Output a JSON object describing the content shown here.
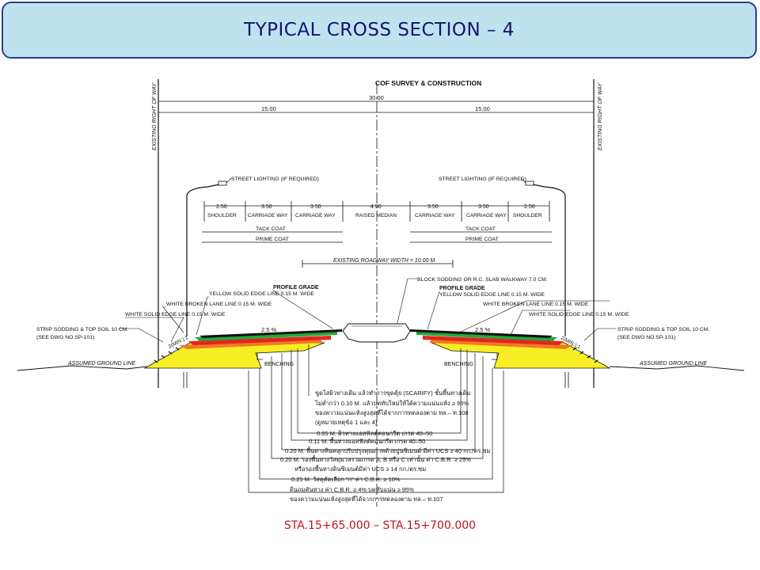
{
  "title": "TYPICAL CROSS SECTION – 4",
  "caption": "STA.15+65.000 – STA.15+700.000",
  "colors": {
    "title_bg": "#bfe3ee",
    "title_border": "#2b3d8f",
    "title_text": "#14126e",
    "caption": "#c0151a",
    "surface": "#111111",
    "green_layer": "#1faa3a",
    "red_layer": "#e5241f",
    "orange_layer": "#f07a24",
    "fill": "#f7ef24"
  },
  "drawing": {
    "centerline": "COF SURVEY & CONSTRUCTION",
    "row_left": "EXISTING RIGHT OF WAY",
    "row_right": "EXISTING RIGHT OF WAY",
    "total_width": "30.00",
    "half_left": "15.00",
    "half_right": "15.00",
    "street_light_left": "STREET LIGHTING (IF REQUIRED)",
    "street_light_right": "STREET LIGHTING (IF REQUIRED)",
    "dims": [
      {
        "value": "2.50",
        "label": "SHOULDER"
      },
      {
        "value": "3.50",
        "label": "CARRIAGE WAY"
      },
      {
        "value": "3.50",
        "label": "CARRIAGE WAY"
      },
      {
        "value": "4.50",
        "label": "RAISED MEDIAN"
      },
      {
        "value": "3.50",
        "label": "CARRIAGE WAY"
      },
      {
        "value": "3.50",
        "label": "CARRIAGE WAY"
      },
      {
        "value": "2.50",
        "label": "SHOULDER"
      }
    ],
    "tack_coat": "TACK COAT",
    "prime_coat": "PRIME COAT",
    "existing_roadway": "EXISTING ROADWAY WIDTH = 10.00 M.",
    "block_sodding": "BLOCK SODDING OR R.C. SLAB WALKWAY 7.0 CM.",
    "profile_grade": "PROFILE GRADE",
    "yellow_line": "YELLOW SOLID EDGE LINE 0.15 M. WIDE",
    "white_broken": "WHITE BROKEN LANE LINE 0.15 M. WIDE",
    "white_solid": "WHITE SOLID EDGE LINE 0.15 M. WIDE",
    "strip_sodding_1": "STRIP SODDING & TOP SOIL 10 CM.",
    "strip_sodding_2": "(SEE DWG NO.SP-101)",
    "slope_left": "2(MIN.):1",
    "slope_right": "2(MIN.):1",
    "crossfall_left": "2.5 %",
    "crossfall_right": "2.5 %",
    "benching_left": "BENCHING",
    "benching_right": "BENCHING",
    "ground_left": "ASSUMED GROUND LINE",
    "ground_right": "ASSUMED GROUND LINE",
    "notes": [
      "ขูดไสผิวทางเดิม แล้วทำการขุดคุ้ย (SCARIFY) ชั้นพื้นทางเดิม",
      "ไม่ต่ำกว่า 0.10 M. แล้วบดทับใหม่ให้ได้ความแน่นแห้ง ≥ 95%",
      "ของความแน่นแห้งสูงสุดที่ได้จากการทดลองตาม ทล.– ท.108",
      "(ดูหมายเหตุข้อ 1 และ 4)",
      "0.05 M. ผิวทางแอสฟัลต์คอนกรีต เกรด 40–50",
      "0.11 M. พื้นทางแอสฟัลต์คอนกรีต เกรด 40–50",
      "0.20 M. พื้นทางหินคลุกปรับปรุงคุณภาพด้วยปูนซิเมนต์ มีค่า UCS ≥ 40 กก./ตร.ซม",
      "0.20 M. รองพื้นทางวัสดุมวลรวมเกรด A, B หรือ C เท่านั้น ค่า C.B.R. ≥ 25%",
      "หรือรองพื้นทางดินซิเมนต์มีค่า UCS ≥ 14 กก./ตร.ซม",
      "0.25 M. วัสดุคัดเลือก \"ก\" ค่า C.B.R. ≥ 10%",
      "ดินถมคันทาง ค่า C.B.R. ≥ 4% บดทับแน่น ≥ 95%",
      "ของความแน่นแห้งสูงสุดที่ได้จากการทดลองตาม ทล.– ท.107"
    ]
  }
}
